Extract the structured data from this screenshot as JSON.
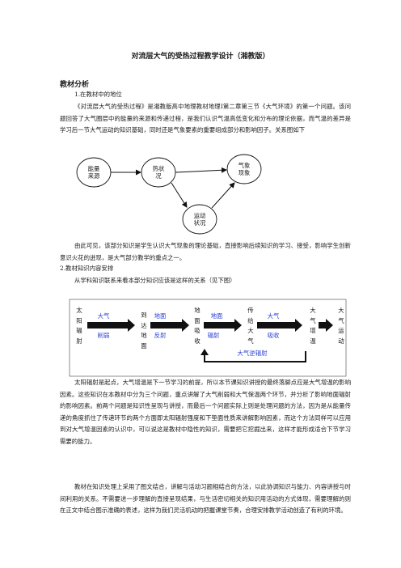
{
  "title": "对流层大气的受热过程教学设计（湘教版）",
  "section_heading": "教材分析",
  "sub1": "1.在教材中的地位",
  "para1": "《对流层大气的受热过程》是湘教版高中地理教材地理Ⅰ第二章第三节《大气环境》的第一个问题。该问题回答了大气圈层中的能量的来源和传递过程，是我们认识气温高低变化和分布的理论依据，而气温的差异是学习后一节大气运动的知识基础，同时还是气象要素的重要组成部分和影响因子。关系图如下",
  "diagram1": {
    "node_energy": "能量来源",
    "node_heat": "热状况",
    "node_weather": "气象现象",
    "node_motion": "运动状况"
  },
  "para2": "由此可见，该部分知识是学生认识大气现象的理论基础，直接影响后续知识的学习、接受，影响学生创新意识火花的迸现，是大气部分教学的重点之一。",
  "sub2": "2.教材知识内容安排",
  "para3": "从学科知识联系来看本部分知识应该是这样的关系（见下图）",
  "diagram2": {
    "col1": "太阳辐射",
    "arrow1_top": "大气",
    "arrow1_bottom": "削弱",
    "col2": "到达地面",
    "arrow2_top": "地面",
    "arrow2_bottom": "反射",
    "col3": "地面吸收",
    "arrow3_top": "地面",
    "arrow3_bottom": "辐射",
    "col4": "传给大气",
    "arrow4_top": "大气",
    "arrow4_bottom": "吸收",
    "col5": "大气增温",
    "col6": "大气运动",
    "back_arrow": "大气逆辐射"
  },
  "para4": "太阳辐射是起点，大气增温是下一节学习的前提，所以本节课知识讲授的最终落脚点应是大气增温的影响因素。这些知识在本教材中分为三个问题，重点讲解了大气削弱和大气保温两个环节，并分析了影响地面辐射的影响因素。前两个问题是知识性呈现与讲授，而最后一个问题实际上则是处理问题的方法，因为是从能量传递的角度抓住了传递环节的两个方面即太阳辐射强度和下垫面性质来讲解影响因素，而这个方法同样可以应用到对大气增温因素的认识中，可以说这是教材中隐性的知识，需要把它挖掘出来，这样才能形成适合下节学习需要的能力。",
  "para5": "教材在知识处理上采用了图文结合，讲解与活动习题相结合的方法，以此协调知识与能力、内容讲授与时间利用的关系。不需要进一步理解的直接呈现结果，与生活密切相关的知识用活动的方式体现，需要理解的则在正文中结合图示准确的表述，这样为我们灵活机动的把握课堂节奏，合理安排教学活动创造了有利的环境。"
}
